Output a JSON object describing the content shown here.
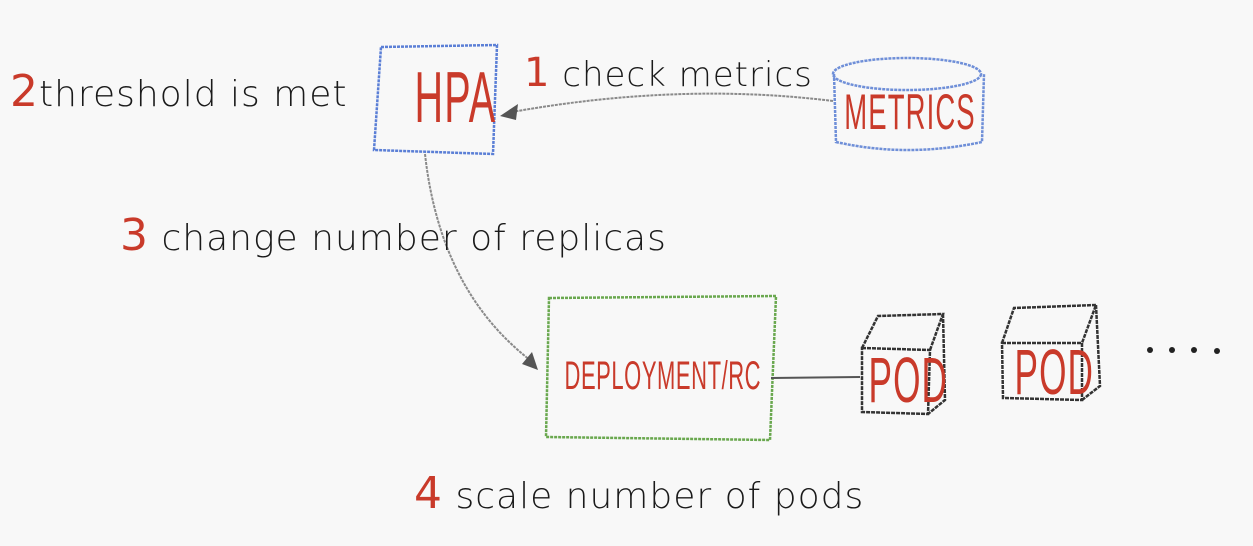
{
  "diagram": {
    "title": "Horizontal Pod Autoscaler flow",
    "colors": {
      "label_red": "#c93a2a",
      "hpa_border": "#5b7fd6",
      "metrics_border": "#6f8fd8",
      "deployment_border": "#6aa84f",
      "pod_stroke": "#333333",
      "arrow": "#888888",
      "text": "#1a1a1a"
    },
    "nodes": {
      "hpa": {
        "label": "HPA"
      },
      "metrics": {
        "label": "METRICS"
      },
      "deployment": {
        "label": "DEPLOYMENT/RC"
      },
      "pods": [
        {
          "label": "POD"
        },
        {
          "label": "POD"
        }
      ],
      "ellipsis": "...."
    },
    "steps": [
      {
        "number": "1",
        "text": "check metrics"
      },
      {
        "number": "2",
        "text": "threshold is met"
      },
      {
        "number": "3",
        "text": "change number of replicas"
      },
      {
        "number": "4",
        "text": "scale number of pods"
      }
    ]
  }
}
